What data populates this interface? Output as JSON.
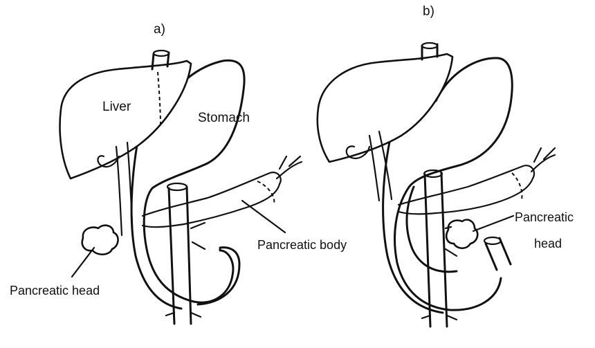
{
  "panels": {
    "a": {
      "label": "a)",
      "liver": "Liver",
      "stomach": "Stomach",
      "pancreatic_body": "Pancreatic body",
      "pancreatic_head": "Pancreatic head"
    },
    "b": {
      "label": "b)",
      "pancreatic_head_line1": "Pancreatic",
      "pancreatic_head_line2": "head"
    }
  }
}
